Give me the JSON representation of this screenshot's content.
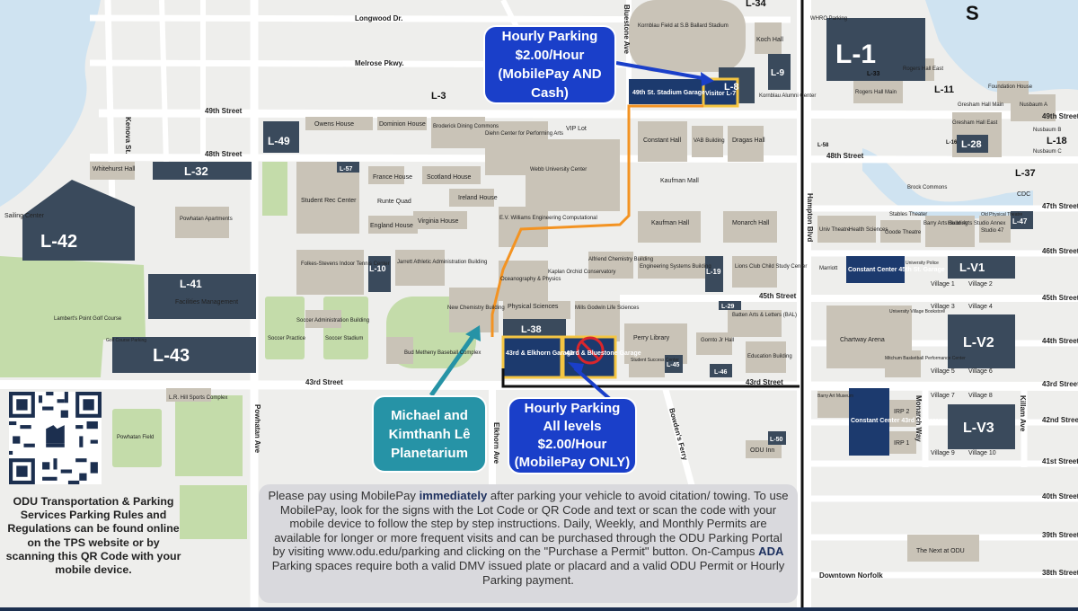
{
  "colors": {
    "water": "#cfe3f1",
    "land": "#eeeeec",
    "road": "#ffffff",
    "building": "#c9c3b7",
    "lot": "#3a4a5c",
    "garage": "#1c3a6e",
    "green": "#c4dcaa",
    "route_orange": "#f39322",
    "callout_blue": "#1a3fc9",
    "callout_teal": "#2693a6"
  },
  "callouts": {
    "hourly_top": [
      "Hourly Parking",
      "$2.00/Hour",
      "(MobilePay AND",
      "Cash)"
    ],
    "hourly_bottom": [
      "Hourly Parking",
      "All levels",
      "$2.00/Hour",
      "(MobilePay ONLY)"
    ],
    "planetarium": [
      "Michael and",
      "Kimthanh Lê",
      "Planetarium"
    ]
  },
  "notice": {
    "part1": "Please pay using MobilePay ",
    "emph1": "immediately",
    "part2": " after parking your vehicle to avoid citation/ towing. To use MobilePay, look for the signs with the Lot Code or QR Code and text or scan the code with your mobile device to follow the step by step instructions. Daily, Weekly, and Monthly Permits are available for longer or more frequent visits and can be purchased through the ODU Parking Portal by visiting www.odu.edu/parking and clicking on the \"Purchase a Permit\" button. On-Campus ",
    "emph2": "ADA",
    "part3": " Parking spaces require both a valid DMV issued plate or placard and a valid ODU Permit or Hourly Parking payment."
  },
  "qr_caption": "ODU Transportation & Parking Services Parking Rules and Regulations can be found online on the TPS website or by scanning this QR Code with your mobile device.",
  "compass": "S",
  "lots": {
    "l1": "L-1",
    "l3": "L-3",
    "l7": "Visitor L-7",
    "l8": "L-8",
    "l9": "L-9",
    "l11": "L-11",
    "l16": "L-16",
    "l18": "L-18",
    "l28": "L-28",
    "l32": "L-32",
    "l34": "L-34",
    "l37": "L-37",
    "l38": "L-38",
    "l41": "L-41",
    "l42": "L-42",
    "l43": "L-43",
    "l45": "L-45",
    "l46": "L-46",
    "l47": "L-47",
    "l49": "L-49",
    "l50": "L-50",
    "l57": "L-57",
    "l58": "L-58",
    "l10": "L-10",
    "l19": "L-19",
    "l29": "L-29",
    "lv1": "L-V1",
    "lv2": "L-V2",
    "lv3": "L-V3",
    "l33": "L-33"
  },
  "garages": {
    "stadium": "49th St. Stadium Garage",
    "elkhorn": "43rd & Elkhorn Garage",
    "bluestone": "43rd & Bluestone Garage",
    "constant45": "Constant Center 45th St. Garage",
    "constant43": "Constant Center 43rd St Garage"
  },
  "streets": {
    "longwood": "Longwood Dr.",
    "melrose": "Melrose Pkwy.",
    "s49": "49th Street",
    "s49b": "49th Street",
    "s48": "48th Street",
    "s48b": "48th Street",
    "s47": "47th Street",
    "s46": "46th Street",
    "s45": "45th Street",
    "s45b": "45th Street",
    "s44": "44th Street",
    "s43": "43rd Street",
    "s43b": "43rd Street",
    "s43c": "43rd Street",
    "s42": "42nd Street",
    "s41": "41st Street",
    "s40": "40th Street",
    "s39": "39th Street",
    "s38": "38th Street",
    "kenova": "Kenova St.",
    "powhatan": "Powhatan Ave",
    "elkhorn": "Elkhorn Ave",
    "bowdens": "Bowden's Ferry",
    "hampton": "Hampton Blvd",
    "monarch": "Monarch Way",
    "killam": "Killam Ave",
    "bluestone": "Bluestone Ave",
    "downtown": "Downtown Norfolk"
  },
  "buildings": {
    "kornblau": "Kornblau Field at S.B Ballard Stadium",
    "koch": "Koch Hall",
    "whro": "WHRO Parking",
    "rogers_east": "Rogers Hall East",
    "rogers_main": "Rogers Hall Main",
    "foundation": "Foundation House",
    "gresham_main": "Gresham Hall Main",
    "gresham_east": "Gresham Hall East",
    "nusbaum_a": "Nusbaum A",
    "nusbaum_b": "Nusbaum B",
    "nusbaum_c": "Nusbaum C",
    "kornblau_alumni": "Kornblau Alumni Center",
    "owens": "Owens House",
    "dominion": "Dominion House",
    "broderick": "Broderick Dining Commons",
    "diehn": "Diehn Center for Performing Arts",
    "vip": "VIP Lot",
    "constant_hall": "Constant Hall",
    "vab": "VAB Building",
    "dragas": "Dragas Hall",
    "webb": "Webb University Center",
    "kaufman_mall": "Kaufman Mall",
    "brock": "Brock Commons",
    "cdc": "CDC",
    "france": "France House",
    "scotland": "Scotland House",
    "student_rec": "Student Rec Center",
    "runte": "Runte Quad",
    "ireland": "Ireland House",
    "virginia": "Virginia House",
    "england": "England House",
    "whitehurst": "Whitehurst Hall",
    "powhatan_apts": "Powhatan Apartments",
    "sailing": "Sailing Center",
    "ev_williams": "E.V. Williams Engineering Computational",
    "kaufman_hall": "Kaufman Hall",
    "monarch_hall": "Monarch Hall",
    "univ_theatre": "Univ Theatre",
    "health_sciences": "Health Sciences",
    "stables": "Stables Theater",
    "goode": "Goode Theatre",
    "barry_arts": "Barry Arts Building",
    "hixon": "Hixon Arts Studio Annex",
    "studio47": "Studio 47",
    "oldphys": "Old Physical Theatre",
    "folkes": "Folkes-Stevens Indoor Tennis Center",
    "jarrett": "Jarrett Athletic Administration Building",
    "alfriend": "Alfriend Chemistry Building",
    "engineering_sys": "Engineering Systems Building",
    "lions_club": "Lions Club Child Study Center",
    "marriott": "Marriott",
    "univ_police": "University Police",
    "kaplan": "Kaplan Orchid Conservatory",
    "ocean": "Oceanography & Physics",
    "facilities": "Facilities Management",
    "lamberts": "Lambert's Point Golf Course",
    "golf_parking": "Golf Course Parking",
    "soccer_admin": "Soccer Administration Building",
    "soccer_practice": "Soccer Practice",
    "soccer_stadium": "Soccer Stadium",
    "new_chem": "New Chemistry Building",
    "phys_sciences": "Physical Sciences",
    "mills_godwin": "Mills Godwin Life Sciences",
    "batten": "Batten Arts & Letters (BAL)",
    "chartway": "Chartway Arena",
    "univ_village_bookstore": "University Village Bookstore",
    "bud_metheny": "Bud Metheny Baseball Complex",
    "perry": "Perry Library",
    "student_success": "Student Success Center",
    "gornto": "Gornto Jr Hall",
    "education": "Education Building",
    "mitchum": "Mitchum Basketball Performance Center",
    "lr_hill": "L.R. Hill Sports Complex",
    "powhatan_field": "Powhatan Field",
    "barry_art_museum": "Barry Art Museum",
    "irp2": "IRP 2",
    "irp1": "IRP 1",
    "odu_inn": "ODU Inn",
    "next_at_odu": "The Next at ODU",
    "village1": "Village 1",
    "village2": "Village 2",
    "village3": "Village 3",
    "village4": "Village 4",
    "village5": "Village 5",
    "village6": "Village 6",
    "village7": "Village 7",
    "village8": "Village 8",
    "village9": "Village 9",
    "village10": "Village 10"
  }
}
